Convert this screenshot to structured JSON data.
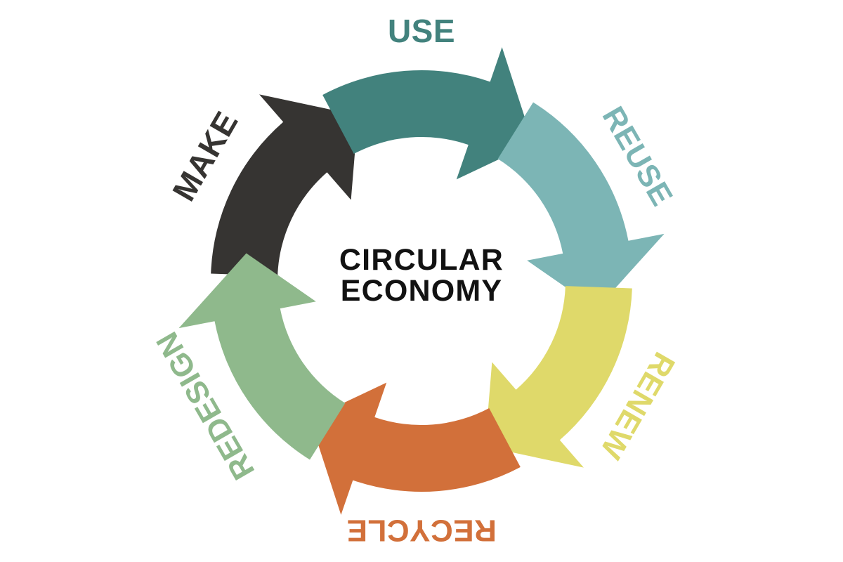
{
  "diagram": {
    "title_line1": "CIRCULAR",
    "title_line2": "ECONOMY",
    "background_color": "#ffffff",
    "center_text_color": "#121212",
    "type": "circular-cycle",
    "segment_count": 6,
    "direction": "clockwise",
    "stages": [
      {
        "id": "make",
        "label": "MAKE",
        "color": "#363432",
        "order": 1,
        "center_angle_deg": -60,
        "label_rotation_deg": -60,
        "label_font_size": 46
      },
      {
        "id": "use",
        "label": "USE",
        "color": "#42827D",
        "order": 2,
        "center_angle_deg": 0,
        "label_rotation_deg": 0,
        "label_font_size": 46
      },
      {
        "id": "reuse",
        "label": "REUSE",
        "color": "#7CB5B5",
        "order": 3,
        "center_angle_deg": 60,
        "label_rotation_deg": 60,
        "label_font_size": 44
      },
      {
        "id": "renew",
        "label": "RENEW",
        "color": "#DFD96A",
        "order": 4,
        "center_angle_deg": 120,
        "label_rotation_deg": 120,
        "label_font_size": 44
      },
      {
        "id": "recycle",
        "label": "RECYCLE",
        "color": "#D2703A",
        "order": 5,
        "center_angle_deg": 180,
        "label_rotation_deg": 180,
        "label_font_size": 44
      },
      {
        "id": "redesign",
        "label": "REDESIGN",
        "color": "#8FB98C",
        "order": 6,
        "center_angle_deg": 240,
        "label_rotation_deg": 240,
        "label_font_size": 44
      }
    ]
  }
}
